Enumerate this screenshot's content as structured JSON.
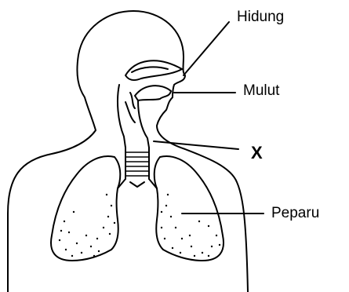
{
  "diagram": {
    "labels": {
      "hidung": "Hidung",
      "mulut": "Mulut",
      "x": "X",
      "paru": "Peparu"
    }
  }
}
